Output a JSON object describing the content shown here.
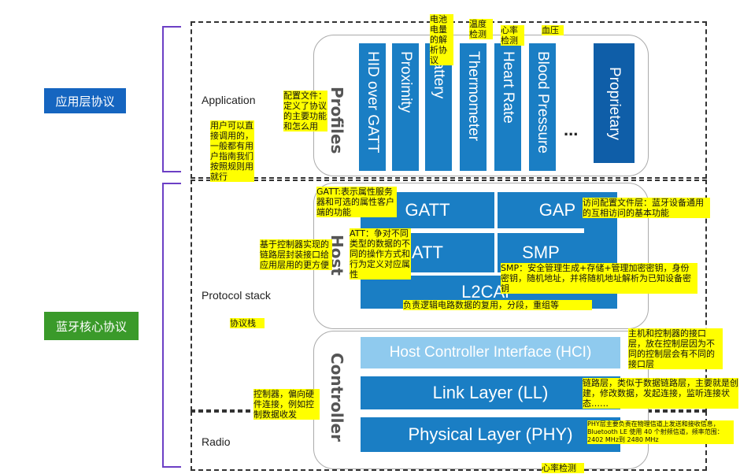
{
  "layers": {
    "app_tag": "应用层协议",
    "core_tag": "蓝牙核心协议",
    "colors": {
      "tag_blue": "#1565c0",
      "tag_green": "#3a9a2a",
      "bracket": "#6c3fc5"
    }
  },
  "sections": {
    "application": "Application",
    "protocol_stack": "Protocol stack",
    "radio": "Radio"
  },
  "groups": {
    "profiles": "Profiles",
    "host": "Host",
    "controller": "Controller"
  },
  "profiles": [
    "HID over GATT",
    "Proximity",
    "Battery",
    "Thermometer",
    "Heart Rate",
    "Blood Pressure"
  ],
  "profiles_ellipsis": "...",
  "proprietary": "Proprietary",
  "host_blocks": {
    "gatt": "GATT",
    "gap": "GAP",
    "att": "ATT",
    "smp": "SMP",
    "l2cap": "L2CAP"
  },
  "controller_blocks": {
    "hci": "Host Controller Interface (HCI)",
    "ll": "Link Layer (LL)",
    "phy": "Physical Layer (PHY)"
  },
  "annotations": {
    "battery": "电池电量的解析协议",
    "temp": "温度检测",
    "heart": "心率检测",
    "blood": "血压",
    "profile_def": "配置文件：定义了协议的主要功能和怎么用",
    "user_call": "用户可以直接调用的，一般都有用户指南我们按照规则用就行",
    "gatt": "GATT:表示属性服务器和可选的属性客户端的功能",
    "gap": "访问配置文件层：蓝牙设备通用的互相访问的基本功能",
    "host_ctrl": "基于控制器实现的链路层封装接口给应用层用的更方便",
    "att": "ATT：争对不同类型的数据的不同的操作方式和行为定义对应属性",
    "smp": "SMP：安全管理生成+存储+管理加密密钥，身份密钥，随机地址，并将随机地址解析为已知设备密钥",
    "l2cap": "负责逻辑电路数据的复用，分段，重组等",
    "stack": "协议栈",
    "hci": "主机和控制器的接口层，放在控制层因为不同的控制层会有不同的接口层",
    "ll": "链路层，类似于数据链路层，主要就是创建，修改数据，发起连接，监听连接状态……",
    "controller": "控制器，偏向硬件连接，例如控制数据收发",
    "phy": "PHY层主要负责在物理信道上发送和接收信息，Bluetooth LE 使用 40 个射频信道，频率范围：2402 MHz到 2480 MHz",
    "bottom": "心率检测"
  }
}
